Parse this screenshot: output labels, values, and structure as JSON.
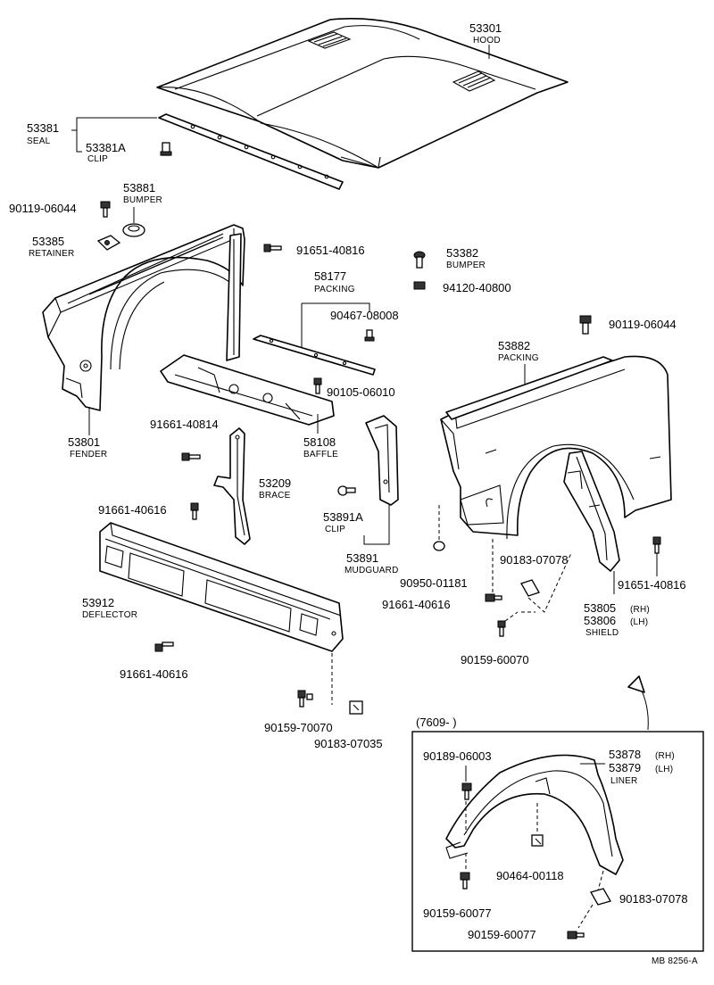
{
  "labels": {
    "hood": {
      "num": "53301",
      "name": "HOOD"
    },
    "seal": {
      "num": "53381",
      "name": "SEAL"
    },
    "seal_clip": {
      "num": "53381A",
      "name": "CLIP"
    },
    "bumper_l": {
      "num": "53881",
      "name": "BUMPER"
    },
    "bolt_90119_l": {
      "num": "90119-06044"
    },
    "retainer": {
      "num": "53385",
      "name": "RETAINER"
    },
    "bolt_91651_top": {
      "num": "91651-40816"
    },
    "bumper_r": {
      "num": "53382",
      "name": "BUMPER"
    },
    "nut_94120": {
      "num": "94120-40800"
    },
    "packing_58177": {
      "num": "58177",
      "name": "PACKING"
    },
    "clip_90467": {
      "num": "90467-08008"
    },
    "bolt_90119_r": {
      "num": "90119-06044"
    },
    "packing_53882": {
      "num": "53882",
      "name": "PACKING"
    },
    "bolt_90105": {
      "num": "90105-06010"
    },
    "fender": {
      "num": "53801",
      "name": "FENDER"
    },
    "baffle": {
      "num": "58108",
      "name": "BAFFLE"
    },
    "bolt_91661_814": {
      "num": "91661-40814"
    },
    "brace": {
      "num": "53209",
      "name": "BRACE"
    },
    "mudguard_clip": {
      "num": "53891A",
      "name": "CLIP"
    },
    "bolt_91661_816_a": {
      "num": "91661-40616"
    },
    "mudguard": {
      "num": "53891",
      "name": "MUDGUARD"
    },
    "clip_90183_a": {
      "num": "90183-07078"
    },
    "plug_90950": {
      "num": "90950-01181"
    },
    "bolt_91651_r": {
      "num": "91651-40816"
    },
    "bolt_91661_816_b": {
      "num": "91661-40616"
    },
    "shield_rh": {
      "num": "53805",
      "side": "(RH)"
    },
    "shield_lh": {
      "num": "53806",
      "side": "(LH)",
      "name": "SHIELD"
    },
    "deflector": {
      "num": "53912",
      "name": "DEFLECTOR"
    },
    "screw_90159_60070": {
      "num": "90159-60070"
    },
    "bolt_91661_816_c": {
      "num": "91661-40616"
    },
    "screw_90159_70070": {
      "num": "90159-70070"
    },
    "clip_90183_07035": {
      "num": "90183-07035"
    },
    "inset_date": {
      "text": "(7609-          )"
    },
    "screw_90189": {
      "num": "90189-06003"
    },
    "liner_rh": {
      "num": "53878",
      "side": "(RH)"
    },
    "liner_lh": {
      "num": "53879",
      "side": "(LH)",
      "name": "LINER"
    },
    "clip_90464": {
      "num": "90464-00118"
    },
    "screw_90159_60077_a": {
      "num": "90159-60077"
    },
    "clip_90183_b": {
      "num": "90183-07078"
    },
    "screw_90159_60077_b": {
      "num": "90159-60077"
    },
    "drawing_code": {
      "text": "MB 8256-A"
    }
  }
}
